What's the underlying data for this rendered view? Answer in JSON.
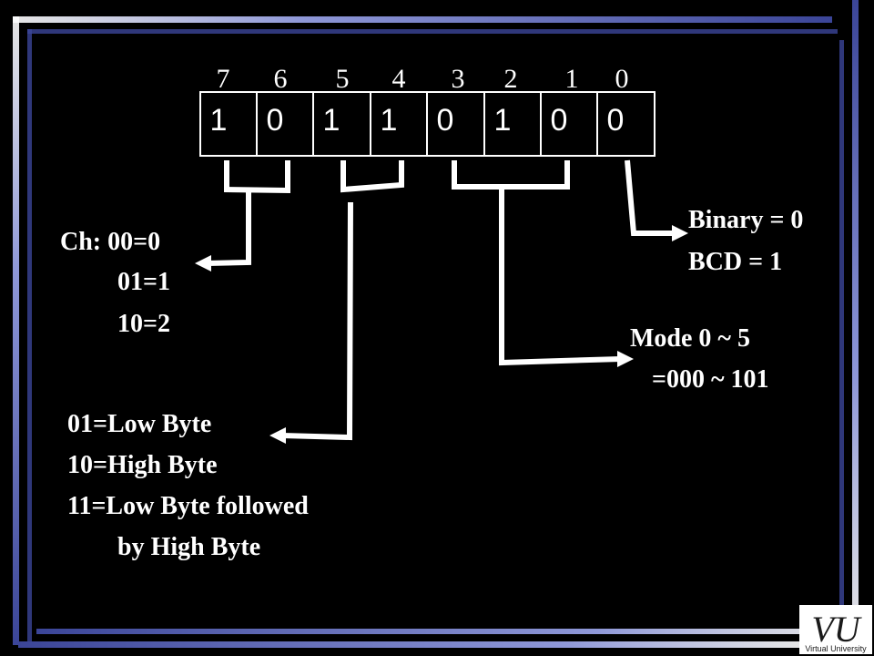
{
  "bit_register": {
    "indices": [
      "7",
      "6",
      "5",
      "4",
      "3",
      "2",
      "1",
      "0"
    ],
    "values": [
      "1",
      "0",
      "1",
      "1",
      "0",
      "1",
      "0",
      "0"
    ]
  },
  "labels": {
    "channel": {
      "line1": "Ch: 00=0",
      "line2": "01=1",
      "line3": "10=2"
    },
    "read_write": {
      "line1": "01=Low Byte",
      "line2": "10=High Byte",
      "line3": "11=Low Byte followed",
      "line4": "by High Byte"
    },
    "mode": {
      "line1": "Mode 0 ~ 5",
      "line2": "=000 ~ 101"
    },
    "bcd": {
      "line1": "Binary = 0",
      "line2": "BCD = 1"
    }
  },
  "logo": {
    "mark": "VU",
    "caption": "Virtual University"
  },
  "colors": {
    "background": "#000000",
    "foreground": "#ffffff",
    "frame_blue": "#4a55a8",
    "frame_light": "#8f98d8"
  }
}
